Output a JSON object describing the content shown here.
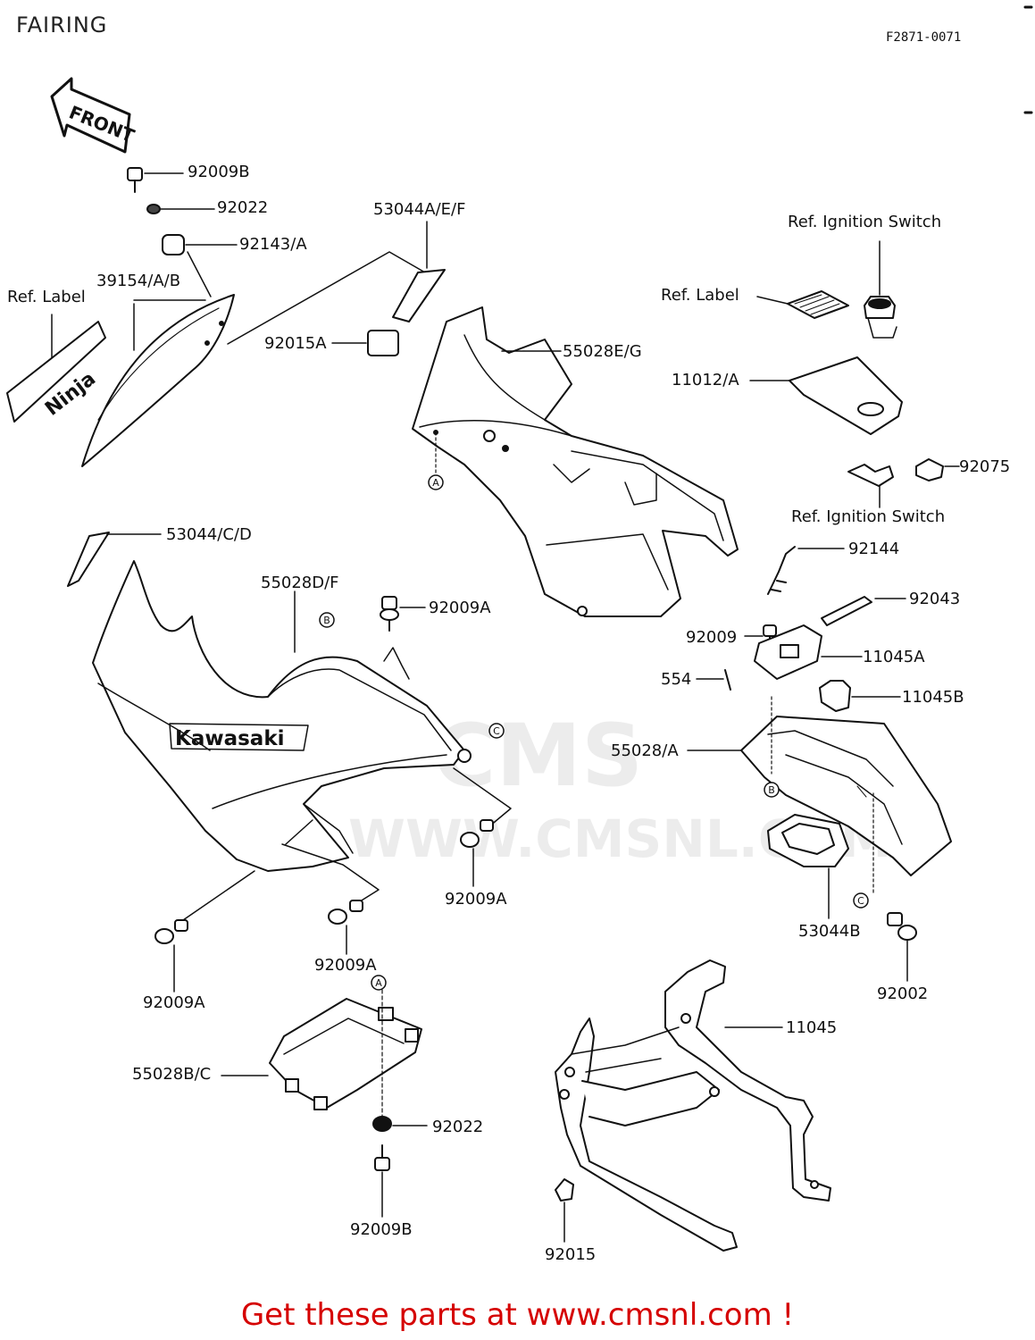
{
  "header": {
    "title": "FAIRING",
    "code": "F2871-0071"
  },
  "front_arrow": {
    "text": "FRONT"
  },
  "brand_text": "Kawasaki",
  "decal_text": "Ninja",
  "watermark": {
    "brand": "CMS",
    "url": "WWW.CMSNL.COM"
  },
  "callout_markers": {
    "a": "A",
    "b": "B",
    "c": "C"
  },
  "labels": {
    "p92009B_top": "92009B",
    "p92022_top": "92022",
    "p92143": "92143/A",
    "p39154": "39154/A/B",
    "ref_label_left": "Ref. Label",
    "p53044AEF": "53044A/E/F",
    "p92015A": "92015A",
    "p55028EG": "55028E/G",
    "ref_ignition_top": "Ref. Ignition Switch",
    "ref_label_right": "Ref. Label",
    "p11012": "11012/A",
    "p92075": "92075",
    "ref_ignition_mid": "Ref. Ignition Switch",
    "p53044CD": "53044/C/D",
    "p55028DF": "55028D/F",
    "p92009A_top": "92009A",
    "p92144": "92144",
    "p92043": "92043",
    "p92009": "92009",
    "p11045A": "11045A",
    "p554": "554",
    "p11045B": "11045B",
    "p55028A": "55028/A",
    "p92009A_mid": "92009A",
    "p53044B": "53044B",
    "p92009A_left": "92009A",
    "p92009A_bottom": "92009A",
    "p92002": "92002",
    "p55028BC": "55028B/C",
    "p11045": "11045",
    "p92022_bottom": "92022",
    "p92009B_bottom": "92009B",
    "p92015": "92015"
  },
  "footer": {
    "text": "Get these parts at www.cmsnl.com !"
  }
}
